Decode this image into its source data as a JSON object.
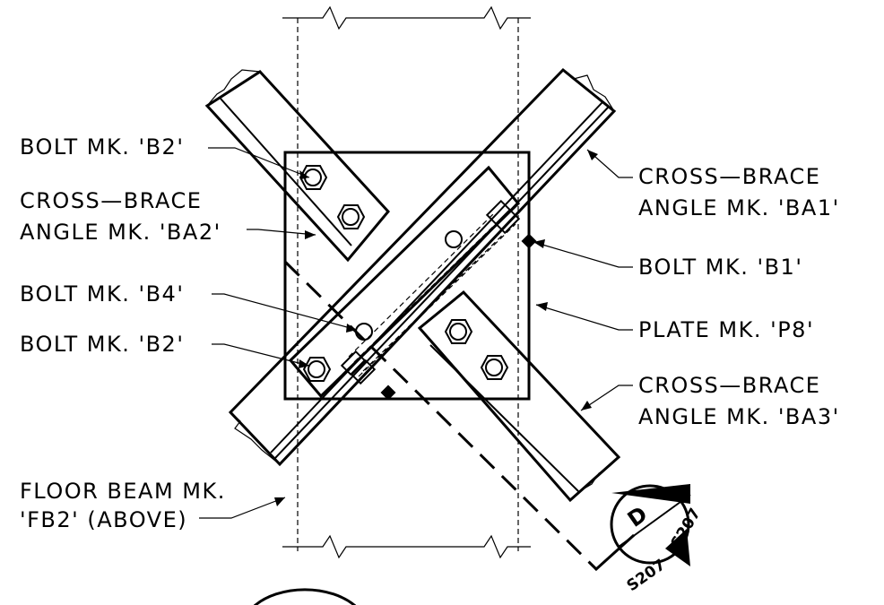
{
  "labels": {
    "bolt_b2_top": "BOLT MK. 'B2'",
    "ba2_line1": "CROSS—BRACE",
    "ba2_line2": "ANGLE MK. 'BA2'",
    "bolt_b4": "BOLT MK. 'B4'",
    "bolt_b2_bottom": "BOLT MK. 'B2'",
    "fb2_line1": "FLOOR BEAM MK.",
    "fb2_line2": "'FB2' (ABOVE)",
    "ba1_line1": "CROSS—BRACE",
    "ba1_line2": "ANGLE MK. 'BA1'",
    "bolt_b1": "BOLT MK. 'B1'",
    "plate_p8": "PLATE MK. 'P8'",
    "ba3_line1": "CROSS—BRACE",
    "ba3_line2": "ANGLE MK. 'BA3'"
  },
  "section_marker": {
    "letter": "D",
    "sheet_right": "S207",
    "sheet_bottom": "S207"
  },
  "icons": [
    "section-marker-icon",
    "hex-bolt-icon",
    "break-line-icon"
  ]
}
